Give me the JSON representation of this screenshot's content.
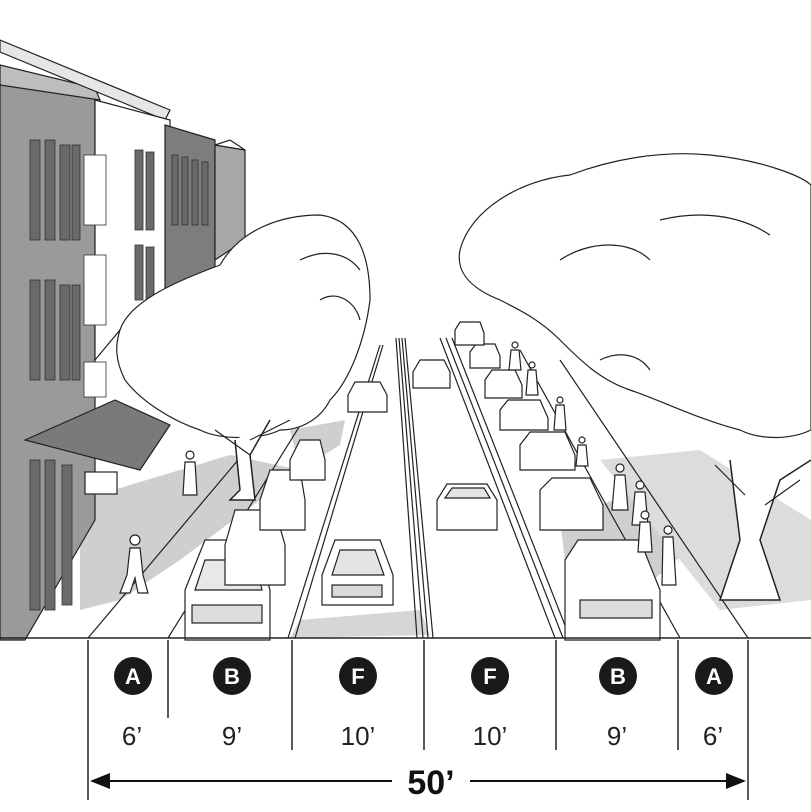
{
  "zones": [
    {
      "letter": "A",
      "width": "6’"
    },
    {
      "letter": "B",
      "width": "9’"
    },
    {
      "letter": "F",
      "width": "10’"
    },
    {
      "letter": "F",
      "width": "10’"
    },
    {
      "letter": "B",
      "width": "9’"
    },
    {
      "letter": "A",
      "width": "6’"
    }
  ],
  "total_width": "50’",
  "colors": {
    "badge": "#1a1a1a",
    "line": "#222222",
    "building_shade": "#8c8c8c",
    "shadow": "#c8c8c8"
  }
}
